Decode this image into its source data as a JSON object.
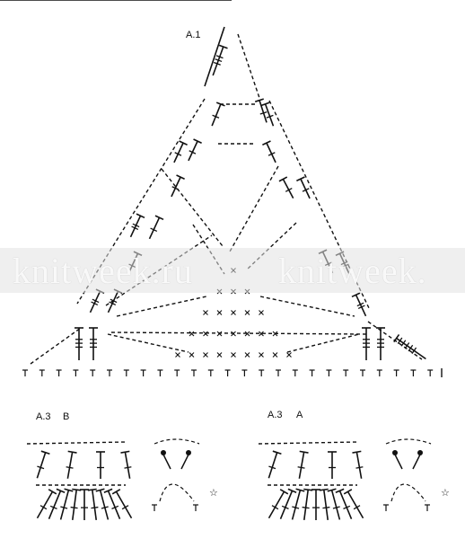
{
  "labels": {
    "chart_a1": "A.1",
    "chart_a3b_prefix": "A.3",
    "chart_a3b_suffix": "B",
    "chart_a3a_prefix": "A.3",
    "chart_a3a_suffix": "A"
  },
  "watermark": {
    "left": "knitweek.ru",
    "right": "knitweek."
  },
  "symbols": {
    "base_row_count": 25,
    "x_rows": [
      1,
      3,
      5,
      7,
      9
    ]
  },
  "colors": {
    "ink": "#111111",
    "background": "#ffffff"
  }
}
